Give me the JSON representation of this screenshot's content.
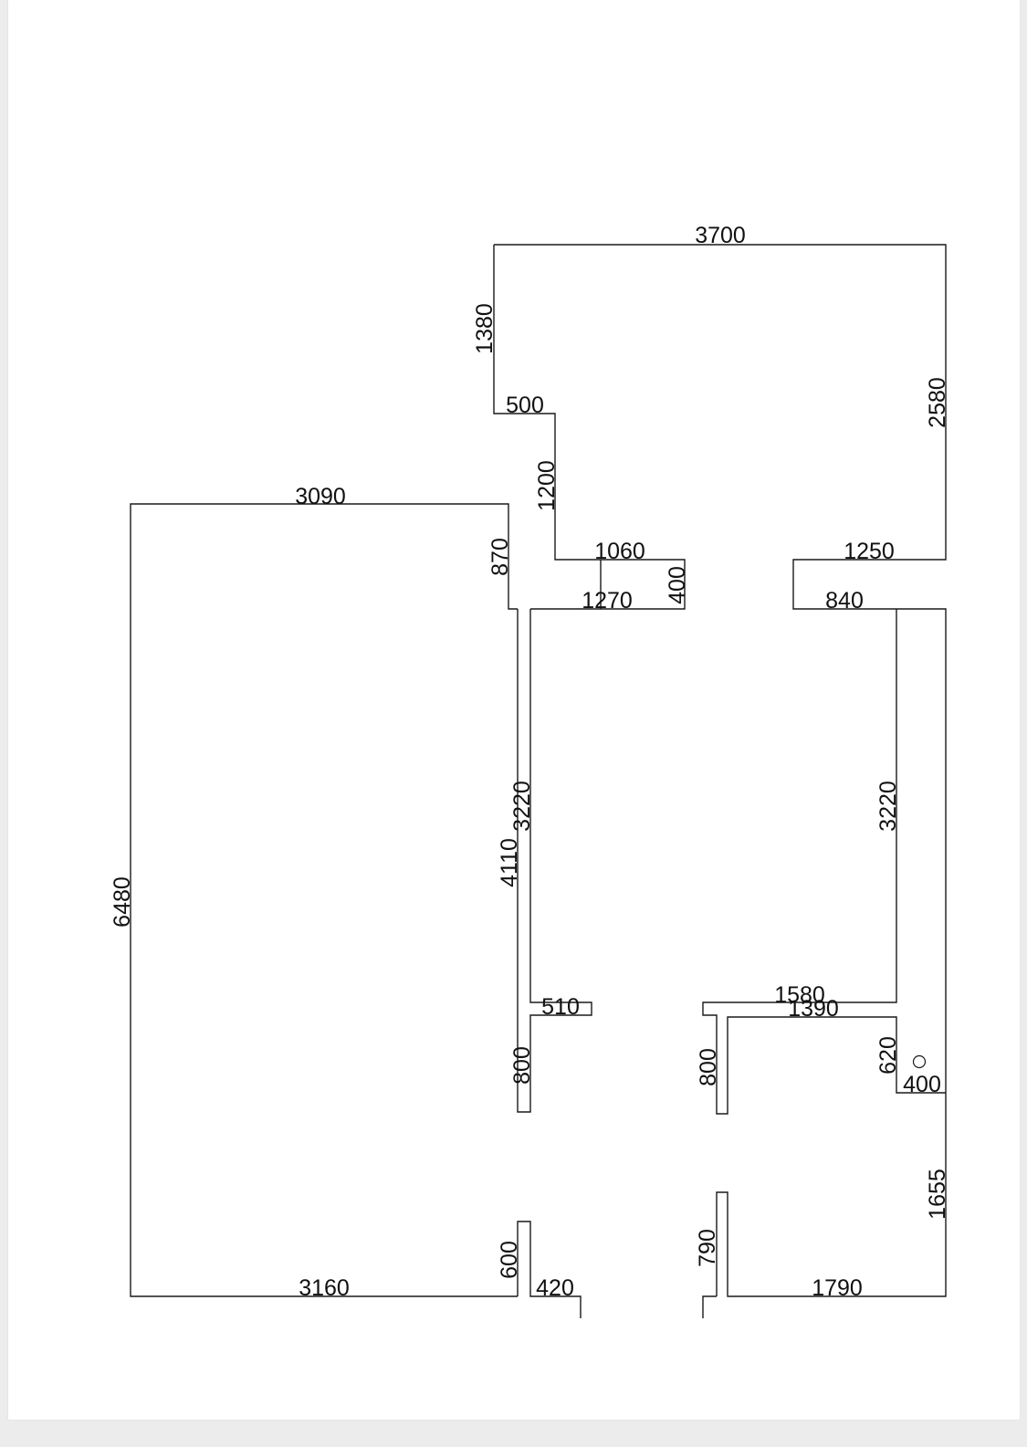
{
  "dimensions": {
    "top_width": "3700",
    "top_left_height": "1380",
    "top_right_height": "2580",
    "step_500": "500",
    "step_1200": "1200",
    "ledge_1060": "1060",
    "ledge_400": "400",
    "ledge_1270": "1270",
    "right_1250": "1250",
    "right_840": "840",
    "left_room_width": "3090",
    "left_room_870": "870",
    "left_room_height": "6480",
    "wall_4110": "4110",
    "mid_left_3220": "3220",
    "mid_right_3220": "3220",
    "stub_510": "510",
    "stub_1580": "1580",
    "stub_1390": "1390",
    "left_800": "800",
    "right_800": "800",
    "step_620": "620",
    "step_400": "400",
    "right_1655": "1655",
    "left_600": "600",
    "left_790": "790",
    "bottom_3160": "3160",
    "bottom_420": "420",
    "bottom_1790": "1790"
  },
  "marker_icon": "circle-marker-icon"
}
